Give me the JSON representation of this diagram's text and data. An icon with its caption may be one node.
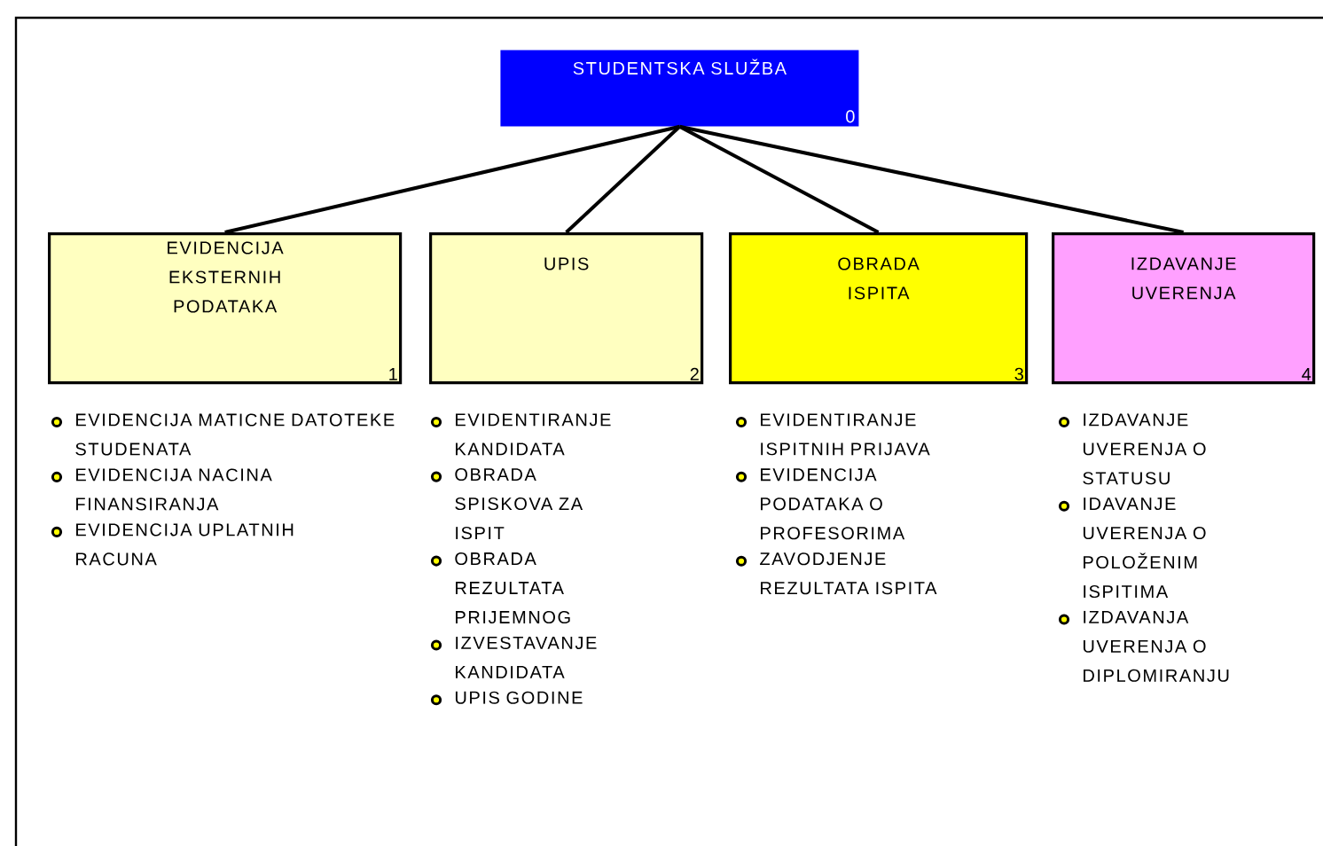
{
  "diagram": {
    "nodes": [
      {
        "text": [
          "STUDENTSKA SLUŽBA",
          "0"
        ]
      },
      {
        "text": [
          "EVIDENCIJA EKSTERNIH PODATAKA",
          "1"
        ],
        "beside": [
          "EVIDENCIJA MATICNE DATOTEKE STUDENATA",
          "EVIDENCIJA NACINA FINANSIRANJA",
          "EVIDENCIJA UPLATNIH RACUNA"
        ]
      },
      {
        "text": [
          "UPIS",
          "2"
        ],
        "beside": [
          "EVIDENTIRANJE KANDIDATA",
          "OBRADA SPISKOVA ZA ISPIT",
          "OBRADA REZULTATA PRIJEMNOG",
          "IZVESTAVANJE KANDIDATA",
          "UPIS GODINE"
        ]
      },
      {
        "text": [
          "OBRADA ISPITA",
          "3"
        ],
        "beside": [
          "EVIDENTIRANJE ISPITNIH PRIJAVA",
          "EVIDENCIJA PODATAKA O PROFESORIMA",
          "ZAVODJENJE REZULTATA ISPITA"
        ]
      },
      {
        "text": [
          "IZDAVANJE UVERENJA",
          "4"
        ],
        "beside": [
          "IZDAVANJE UVERENJA O STATUSU",
          "IDAVANJE UVERENJA O POLOŽENIM ISPITIMA",
          "IZDAVANJA UVERENJA O DIPLOMIRANJU"
        ]
      }
    ],
    "edges": [
      {
        "from": 0,
        "to": 1,
        "arrow": "none"
      },
      {
        "from": 0,
        "to": 2,
        "arrow": "none"
      },
      {
        "from": 0,
        "to": 3,
        "arrow": "none"
      },
      {
        "from": 0,
        "to": 4,
        "arrow": "none"
      }
    ]
  }
}
